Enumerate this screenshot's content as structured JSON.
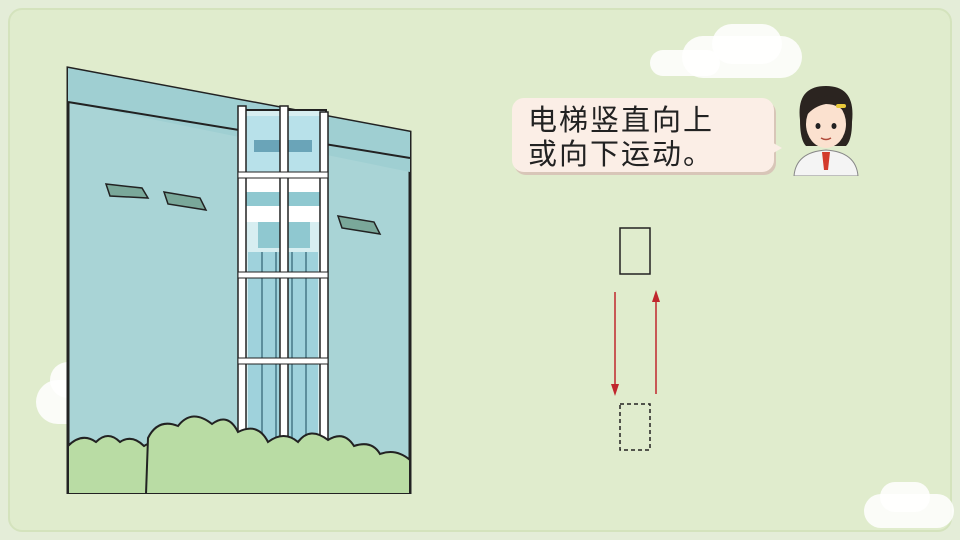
{
  "speech": {
    "line1": "电梯竖直向上",
    "line2": "或向下运动。"
  },
  "icons": {
    "building": "glass-elevator-building",
    "character": "girl-avatar"
  },
  "colors": {
    "background": "#e0eccd",
    "arrow": "#c0262d",
    "bubble": "#fbeee6"
  }
}
